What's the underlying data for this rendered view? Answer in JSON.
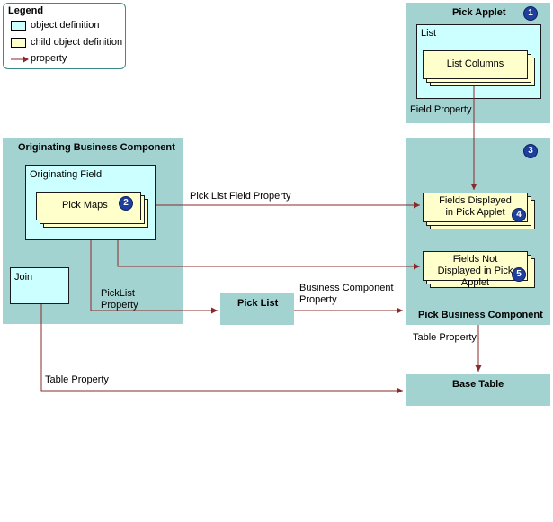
{
  "legend": {
    "title": "Legend",
    "items": [
      {
        "label": "object definition"
      },
      {
        "label": "child object definition"
      },
      {
        "label": "property"
      }
    ]
  },
  "pick_applet": {
    "title": "Pick Applet",
    "badge": "1",
    "list_label": "List",
    "list_columns": "List Columns",
    "field_property": "Field Property"
  },
  "originating_bc": {
    "title": "Originating Business Component",
    "field_label": "Originating Field",
    "pick_maps": "Pick Maps",
    "badge": "2",
    "join": "Join"
  },
  "pick_bc": {
    "title": "Pick Business Component",
    "badge": "3",
    "fields_displayed": "Fields Displayed in Pick Applet",
    "fields_displayed_badge": "4",
    "fields_not_displayed": "Fields Not Displayed in Pick Applet",
    "fields_not_displayed_badge": "5"
  },
  "pick_list": {
    "title": "Pick List"
  },
  "base_table": {
    "title": "Base Table"
  },
  "connectors": {
    "pick_list_field_property": "Pick List Field Property",
    "picklist_property_line1": "PickList",
    "picklist_property_line2": "Property",
    "bc_property_line1": "Business Component",
    "bc_property_line2": "Property",
    "table_property_top": "Table Property",
    "table_property_bottom": "Table Property"
  },
  "colors": {
    "object_fill": "#a3d3d1",
    "object_definition": "#ccffff",
    "child_object_definition": "#ffffcc",
    "property_arrow": "#8b2a2a",
    "badge": "#1f3f9e"
  }
}
